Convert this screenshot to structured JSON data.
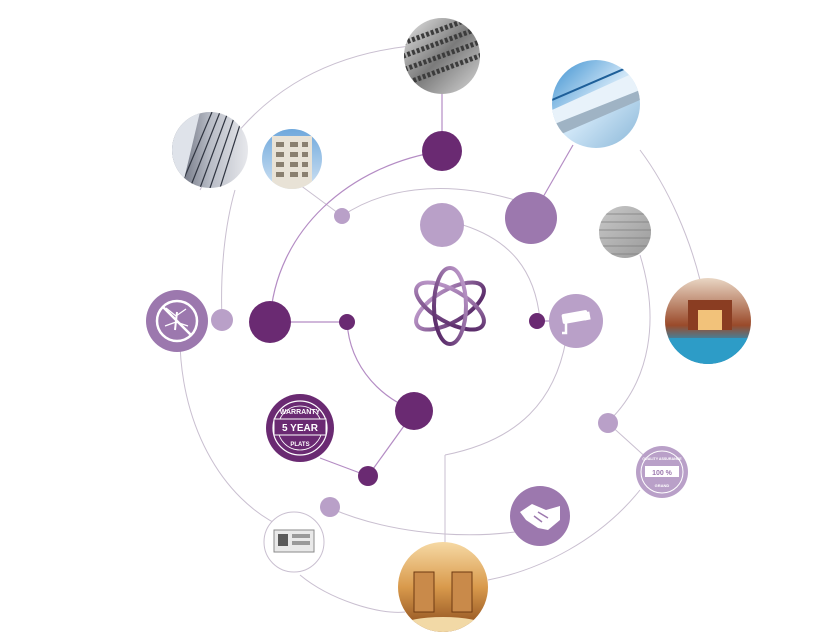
{
  "colors": {
    "dark_purple": "#6a2a72",
    "light_purple": "#b9a0c8",
    "mid_purple": "#9c78ae",
    "line": "#c9bfd0",
    "background": "#ffffff"
  },
  "badges": {
    "warranty": {
      "top": "WARRANTY",
      "main": "5 YEAR",
      "bottom": "PLATS"
    },
    "quality": {
      "top": "QUALITY ASSURANCE",
      "main": "100 %",
      "bottom": "GRAND"
    }
  },
  "icons": {
    "center": "orbit-logo-icon",
    "mosquito": "no-mosquito-icon",
    "cctv": "cctv-camera-icon",
    "handshake": "handshake-icon"
  },
  "photos": [
    "steel-reinforcement-bars-photo",
    "tall-building-facade-photo",
    "apartment-building-photo",
    "aluminium-formwork-photo",
    "brick-wall-photo",
    "clubhouse-pool-photo",
    "diesel-generator-photo",
    "elevator-lobby-photo"
  ]
}
